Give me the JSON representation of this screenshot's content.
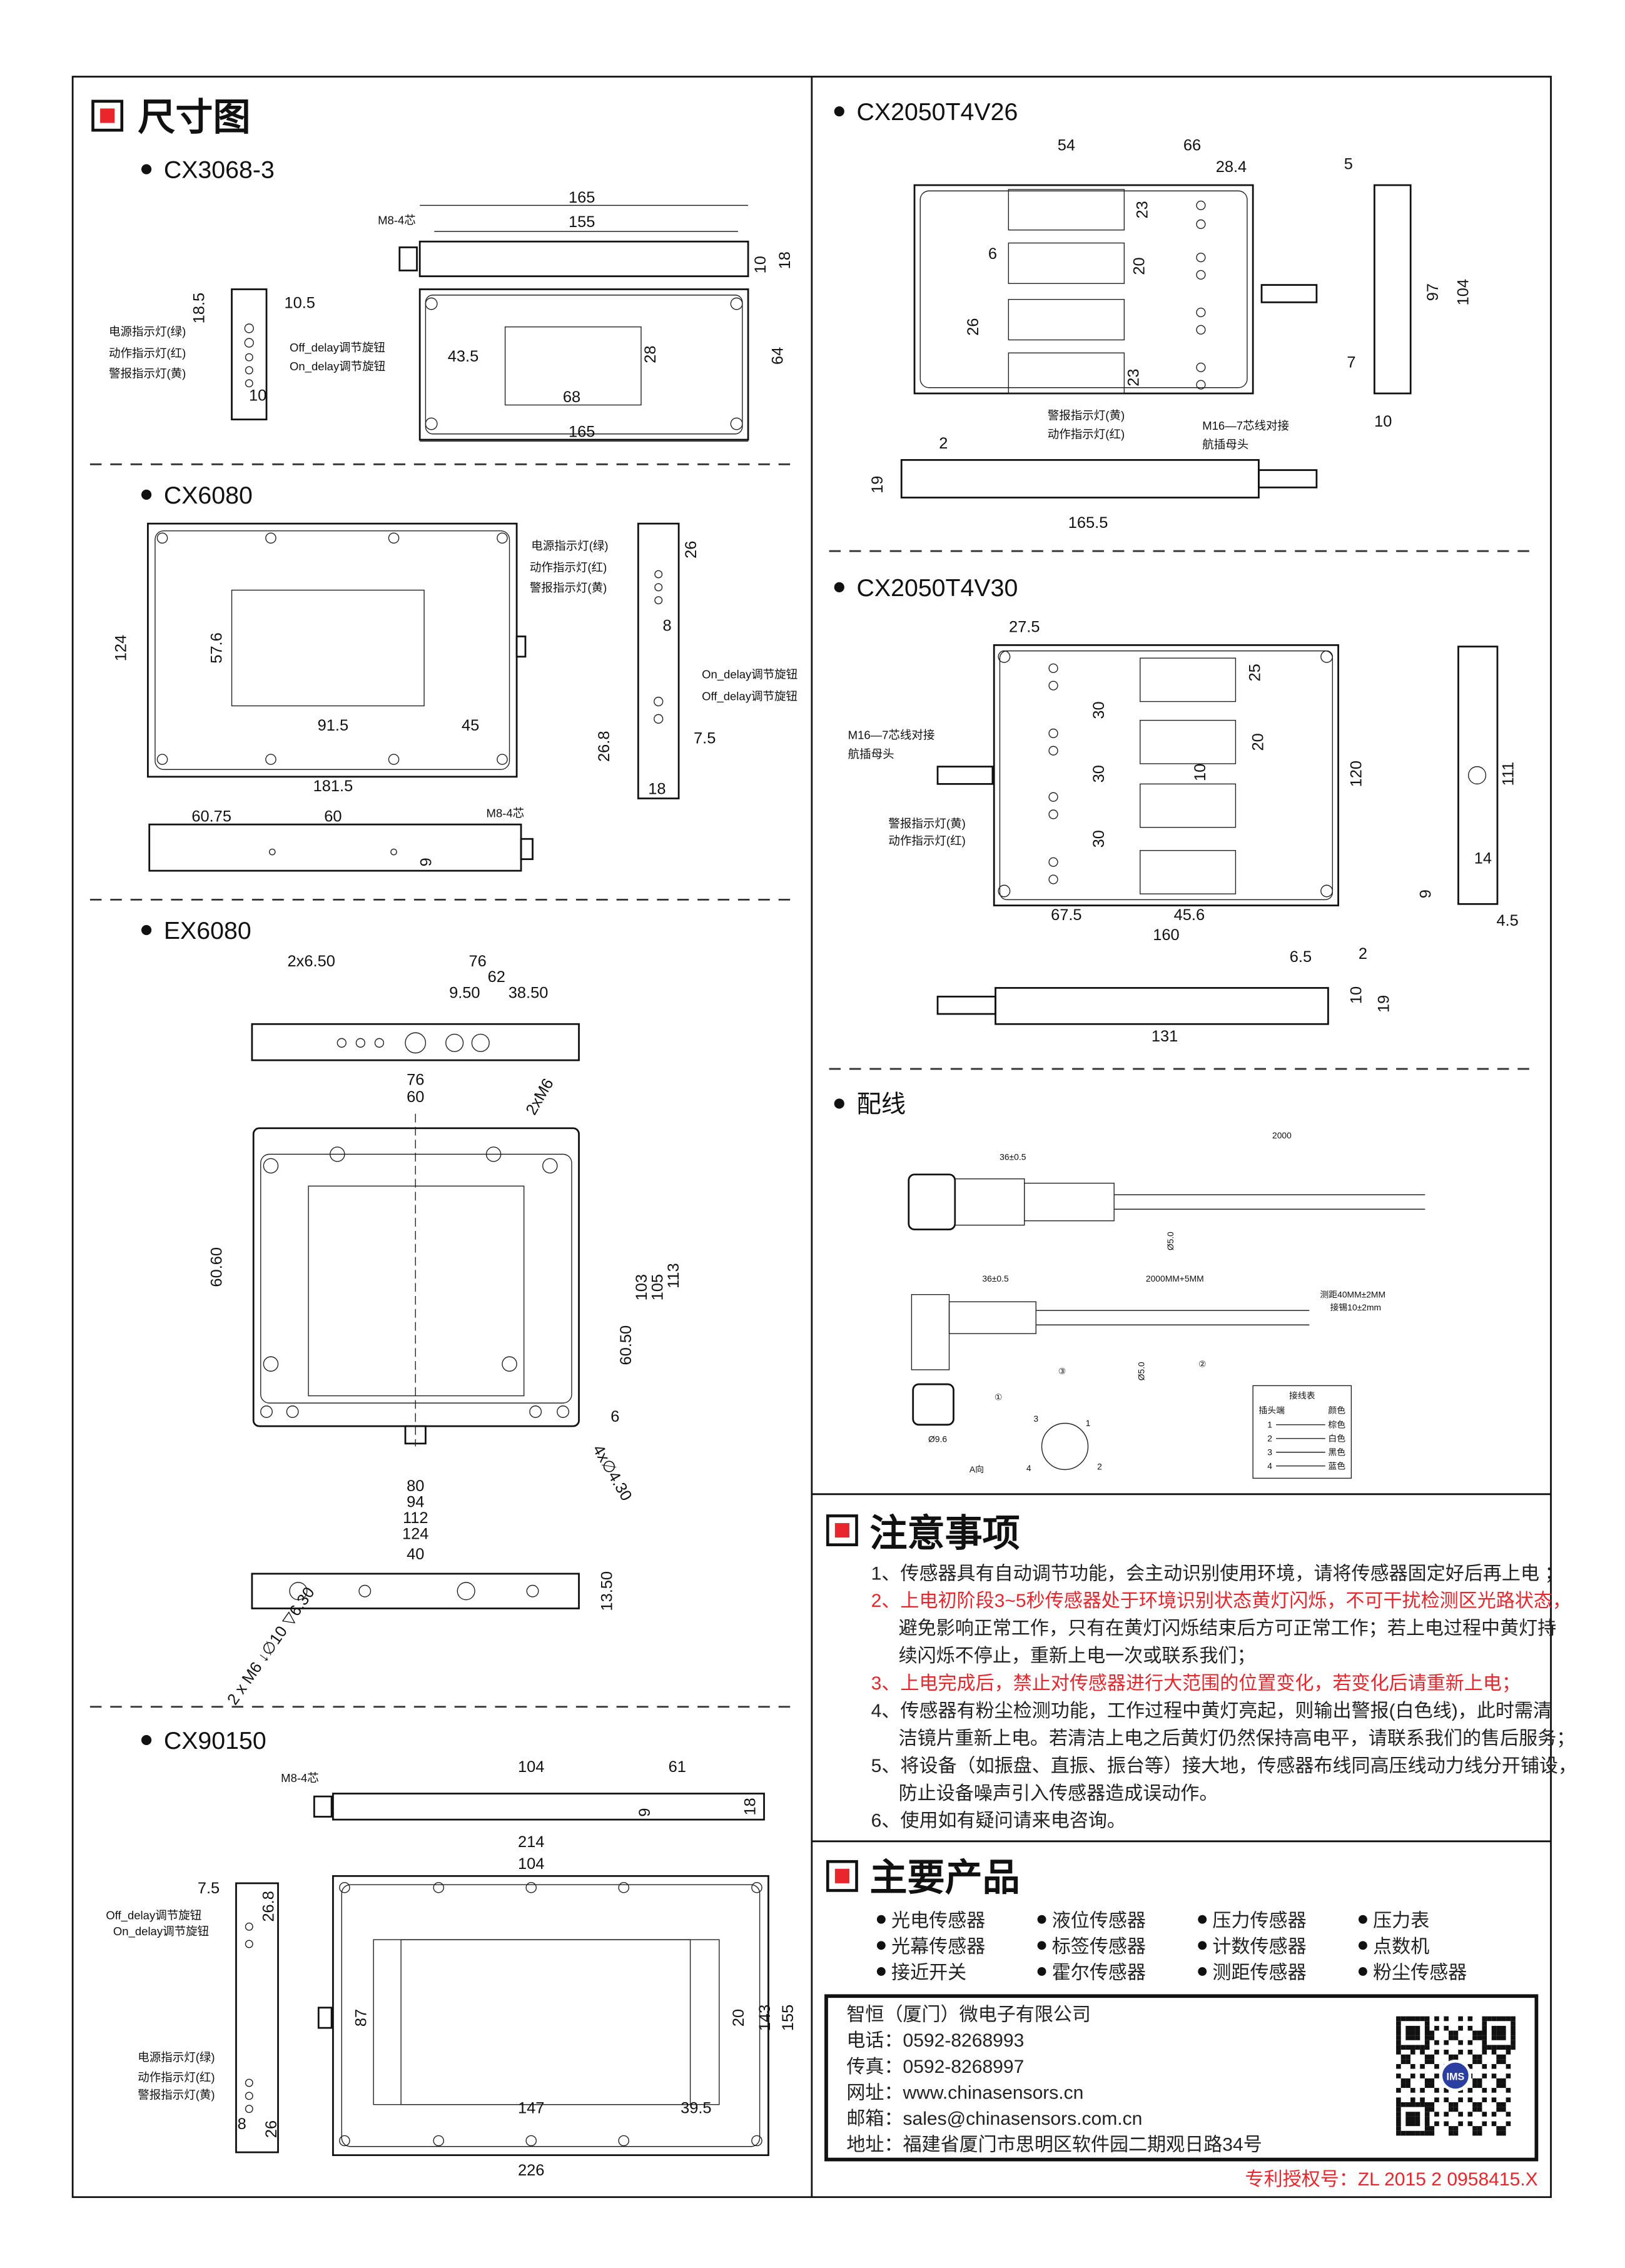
{
  "header": {
    "dimensions_title": "尺寸图",
    "notes_title": "注意事项",
    "products_title": "主要产品"
  },
  "models": {
    "cx3068": "CX3068-3",
    "cx6080": "CX6080",
    "ex6080": "EX6080",
    "cx90150": "CX90150",
    "v26": "CX2050T4V26",
    "v30": "CX2050T4V30",
    "wiring": "配线"
  },
  "drawings": {
    "cx3068": [
      "165",
      "155",
      "10",
      "18",
      "M8-4芯",
      "43.5",
      "28",
      "68",
      "64",
      "165",
      "18.5",
      "10.5",
      "10",
      "电源指示灯(绿)",
      "动作指示灯(红)",
      "警报指示灯(黄)",
      "Off_delay调节旋钮",
      "On_delay调节旋钮"
    ],
    "cx6080": [
      "124",
      "57.6",
      "91.5",
      "45",
      "181.5",
      "26",
      "8",
      "26.8",
      "7.5",
      "18",
      "电源指示灯(绿)",
      "动作指示灯(红)",
      "警报指示灯(黄)",
      "On_delay调节旋钮",
      "Off_delay调节旋钮",
      "60.75",
      "60",
      "M8-4芯",
      "9"
    ],
    "ex6080": [
      "2x6.50",
      "76",
      "62",
      "9.50",
      "38.50",
      "76",
      "60",
      "2xM6",
      "60.60",
      "103",
      "105",
      "113",
      "60.50",
      "6",
      "4x∅4.30",
      "80",
      "94",
      "112",
      "124",
      "40",
      "13.50",
      "2 x M6 ↓∅10 ▽6.30"
    ],
    "cx90150": [
      "M8-4芯",
      "104",
      "61",
      "9",
      "18",
      "214",
      "104",
      "87",
      "20",
      "143",
      "155",
      "147",
      "39.5",
      "226",
      "7.5",
      "26.8",
      "8",
      "26",
      "Off_delay调节旋钮",
      "On_delay调节旋钮",
      "电源指示灯(绿)",
      "动作指示灯(红)",
      "警报指示灯(黄)"
    ],
    "v26": [
      "54",
      "66",
      "28.4",
      "23",
      "6",
      "20",
      "26",
      "23",
      "警报指示灯(黄)",
      "动作指示灯(红)",
      "M16—7芯线对接",
      "航插母头",
      "5",
      "97",
      "104",
      "7",
      "10",
      "2",
      "19",
      "165.5"
    ],
    "v30": [
      "27.5",
      "25",
      "30",
      "20",
      "30",
      "10",
      "30",
      "120",
      "M16—7芯线对接",
      "航插母头",
      "警报指示灯(黄)",
      "动作指示灯(红)",
      "67.5",
      "45.6",
      "160",
      "111",
      "14",
      "9",
      "4.5",
      "6.5",
      "2",
      "10",
      "19",
      "131"
    ],
    "wiring": [
      "2000",
      "36±0.5",
      "Ø5.0",
      "36±0.5",
      "2000MM+5MM",
      "测距40MM±2MM",
      "接锡10±2mm",
      "Ø5.0",
      "Ø9.6",
      "A向",
      "①",
      "②",
      "③",
      "1",
      "2",
      "3",
      "4"
    ],
    "wiring_table": {
      "title": "接线表",
      "col1": "插头端",
      "col2": "颜色",
      "rows": [
        [
          "1",
          "棕色"
        ],
        [
          "2",
          "白色"
        ],
        [
          "3",
          "黑色"
        ],
        [
          "4",
          "蓝色"
        ]
      ]
    }
  },
  "notes": [
    {
      "text": "1、传感器具有自动调节功能，会主动识别使用环境，请将传感器固定好后再上电 ；",
      "red": false
    },
    {
      "text": "2、上电初阶段3~5秒传感器处于环境识别状态黄灯闪烁，不可干扰检测区光路状态，",
      "red": true
    },
    {
      "text": "避免影响正常工作，只有在黄灯闪烁结束后方可正常工作；若上电过程中黄灯持",
      "red": false
    },
    {
      "text": "续闪烁不停止，重新上电一次或联系我们；",
      "red": false
    },
    {
      "text": "3、上电完成后，禁止对传感器进行大范围的位置变化，若变化后请重新上电；",
      "red": true
    },
    {
      "text": "4、传感器有粉尘检测功能，工作过程中黄灯亮起，则输出警报(白色线)，此时需清",
      "red": false
    },
    {
      "text": "洁镜片重新上电。若清洁上电之后黄灯仍然保持高电平，请联系我们的售后服务；",
      "red": false
    },
    {
      "text": "5、将设备（如振盘、直振、振台等）接大地，传感器布线同高压线动力线分开铺设，",
      "red": false
    },
    {
      "text": "防止设备噪声引入传感器造成误动作。",
      "red": false
    },
    {
      "text": "6、使用如有疑问请来电咨询。",
      "red": false
    }
  ],
  "products": [
    "光电传感器",
    "液位传感器",
    "压力传感器",
    "压力表",
    "光幕传感器",
    "标签传感器",
    "计数传感器",
    "点数机",
    "接近开关",
    "霍尔传感器",
    "测距传感器",
    "粉尘传感器"
  ],
  "contact": {
    "company": "智恒（厦门）微电子有限公司",
    "phone": "电话：0592-8268993",
    "fax": "传真：0592-8268997",
    "web": "网址：www.chinasensors.cn",
    "email": "邮箱：sales@chinasensors.com.cn",
    "address": "地址：福建省厦门市思明区软件园二期观日路34号",
    "qr_logo": "IMS"
  },
  "patent": "专利授权号：ZL 2015 2 0958415.X",
  "colors": {
    "accent": "#e8262b",
    "line": "#111111"
  }
}
